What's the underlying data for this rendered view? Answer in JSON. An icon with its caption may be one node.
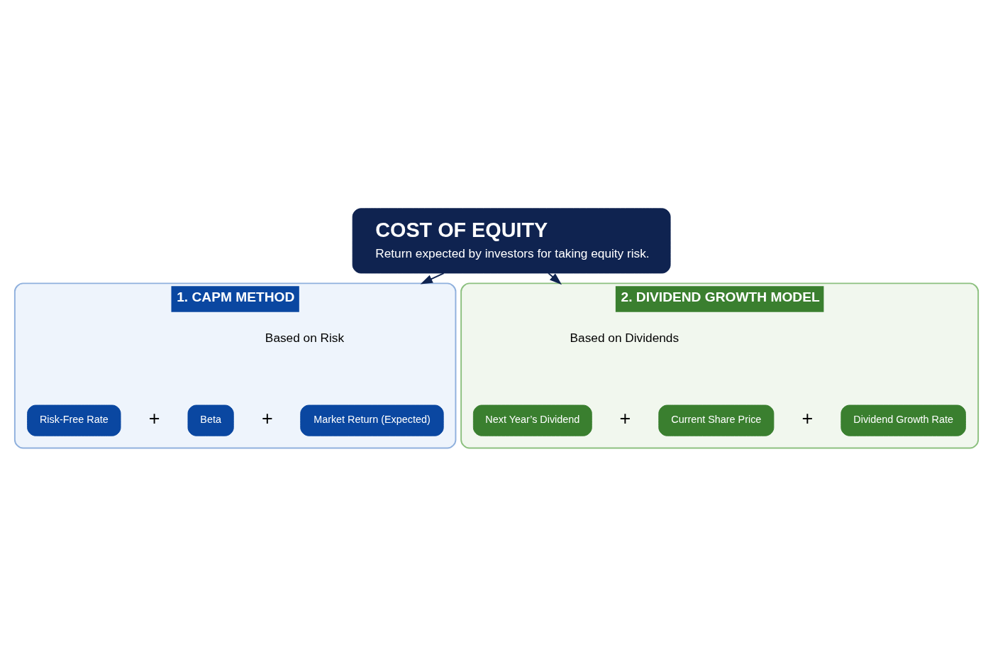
{
  "diagram": {
    "nodes": [
      {
        "text": [
          "COST OF EQUITY",
          "Return expected by investors for taking equity risk."
        ]
      },
      {
        "text": [
          "1. CAPM METHOD"
        ]
      },
      {
        "text": [
          "Based on Risk"
        ],
        "in": 1
      },
      {
        "text": [
          "Risk-Free Rate"
        ],
        "in": 1
      },
      {
        "text": [
          "Beta"
        ],
        "in": 1
      },
      {
        "text": [
          "Market Return (Expected)"
        ],
        "in": 1
      },
      {
        "text": [
          "2. DIVIDEND GROWTH MODEL"
        ]
      },
      {
        "text": [
          "Based on Dividends"
        ],
        "in": 6
      },
      {
        "text": [
          "Next Year’s Dividend"
        ],
        "in": 6
      },
      {
        "text": [
          "Current Share Price"
        ],
        "in": 6
      },
      {
        "text": [
          "Dividend Growth Rate"
        ],
        "in": 6
      }
    ],
    "edges": [
      {
        "from": 0,
        "to": 1,
        "arrow": "to"
      },
      {
        "from": 0,
        "to": 6,
        "arrow": "to"
      }
    ],
    "labels": [
      "+",
      "+",
      "+",
      "+"
    ]
  }
}
